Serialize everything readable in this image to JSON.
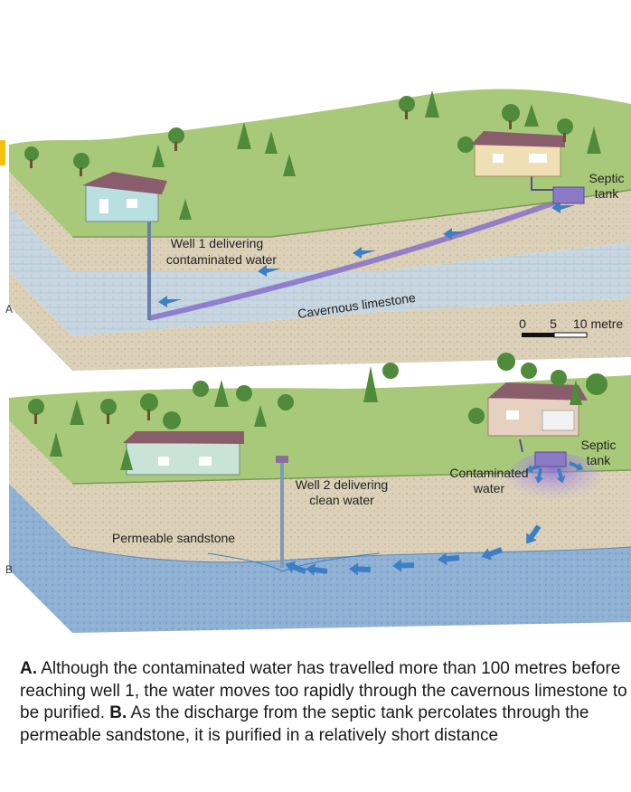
{
  "panel_a": {
    "letter": "A",
    "well_label": [
      "Well 1 delivering",
      "contaminated water"
    ],
    "layer_label": "Cavernous limestone",
    "septic_label": [
      "Septic",
      "tank"
    ],
    "scale": {
      "ticks": [
        "0",
        "5",
        "10 metre"
      ]
    }
  },
  "panel_b": {
    "letter": "B",
    "well_label": [
      "Well 2 delivering",
      "clean water"
    ],
    "layer_label": "Permeable sandstone",
    "contaminated_label": [
      "Contaminated",
      "water"
    ],
    "septic_label": [
      "Septic",
      "tank"
    ]
  },
  "caption": {
    "a_marker": "A.",
    "a_text": " Although the contaminated water has travelled more than 100 metres before reaching well 1, the water moves too rapidly through the cavernous limestone to be purified.",
    "b_marker": "B.",
    "b_text": " As the discharge from the septic tank percolates through the permeable sandstone, it is purified in a relatively short distance"
  },
  "colors": {
    "grass": "#a9c97a",
    "sandstone": "#d9cdb3",
    "limestone": "#c9d9e3",
    "aquifer": "#7fa6cc",
    "contaminant": "#7d62c9",
    "clean_flow": "#3d7fc4",
    "accent": "#f4c20d"
  }
}
